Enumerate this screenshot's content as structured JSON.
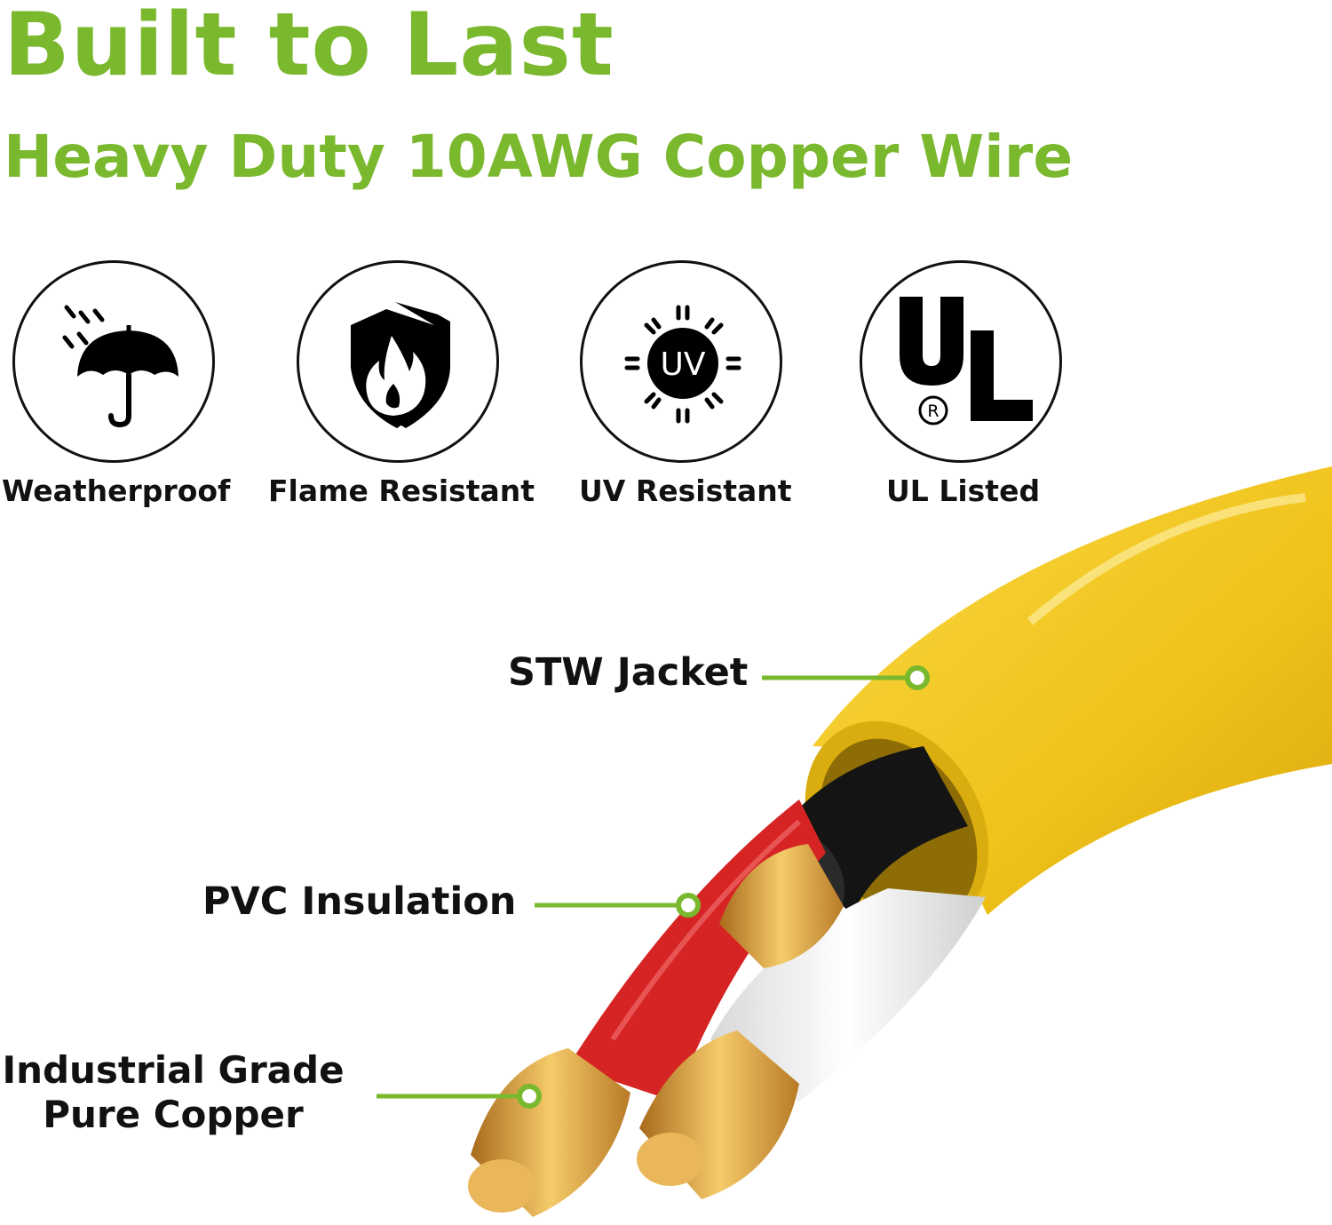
{
  "heading": {
    "title": "Built to Last",
    "subtitle": "Heavy Duty 10AWG Copper Wire"
  },
  "features": [
    {
      "icon": "umbrella-rain-icon",
      "label": "Weatherproof"
    },
    {
      "icon": "flame-shield-icon",
      "label": "Flame Resistant"
    },
    {
      "icon": "uv-sun-icon",
      "label": "UV Resistant",
      "icon_text": "UV"
    },
    {
      "icon": "ul-listed-logo",
      "label": "UL Listed",
      "logo_text": "UL"
    }
  ],
  "callouts": {
    "jacket": "STW Jacket",
    "insulation": "PVC Insulation",
    "conductor_line1": "Industrial Grade",
    "conductor_line2": "Pure Copper"
  },
  "colors": {
    "accent_green": "#7ab82e",
    "jacket_yellow": "#f2c81c",
    "insulation_red": "#d62424",
    "insulation_white": "#f2f2f2",
    "insulation_black": "#141414",
    "copper": "#d9a24a"
  }
}
